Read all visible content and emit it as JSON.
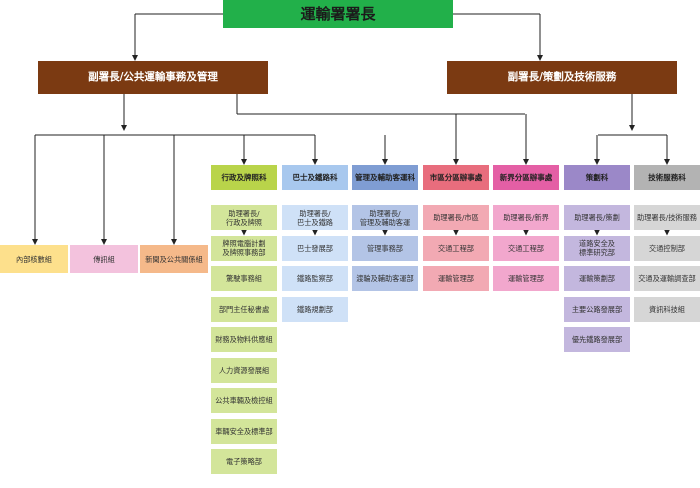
{
  "top": {
    "label": "運輸署署長",
    "color": "#22b04a"
  },
  "deputies": [
    {
      "label": "副署長/公共運輸事務及管理"
    },
    {
      "label": "副署長/策劃及技術服務"
    }
  ],
  "units": [
    {
      "label": "內部核數組",
      "color": "#fde08c"
    },
    {
      "label": "傳訊組",
      "color": "#f3c2dd"
    },
    {
      "label": "新聞及公共關係組",
      "color": "#f5b98a"
    }
  ],
  "columns": [
    {
      "header": "行政及牌照科",
      "header_color": "#b9d44a",
      "cell_color": "#d3e59a",
      "cells": [
        "助理署長/\n行政及牌照",
        "牌照電腦計劃\n及牌照事務部",
        "驚駛事務組",
        "部門主任秘書處",
        "財務及物料供應組",
        "人力資源發展組",
        "公共車輛及檢控組",
        "車輛安全及標準部",
        "電子策略部"
      ]
    },
    {
      "header": "巴士及鐵路科",
      "header_color": "#a8c8ee",
      "cell_color": "#cfe1f7",
      "cells": [
        "助理署長/\n巴士及鐵路",
        "巴士發展部",
        "鐵路監察部",
        "鐵路規劃部"
      ]
    },
    {
      "header": "管理及輔助客運科",
      "header_color": "#7f9dd3",
      "cell_color": "#b3c4e6",
      "cells": [
        "助理署長/\n管理及輔助客運",
        "管理事務部",
        "渡輪及輔助客運部"
      ]
    },
    {
      "header": "市區分區辦事處",
      "header_color": "#e86d7d",
      "cell_color": "#f2a9b3",
      "cells": [
        "助理署長/市區",
        "交通工程部",
        "運輸管理部"
      ]
    },
    {
      "header": "新界分區辦事處",
      "header_color": "#e45fa5",
      "cell_color": "#f2a7cd",
      "cells": [
        "助理署長/新界",
        "交通工程部",
        "運輸管理部"
      ]
    },
    {
      "header": "策劃科",
      "header_color": "#9b88c8",
      "cell_color": "#c3b7de",
      "cells": [
        "助理署長/策劃",
        "道路安全及\n標準研究部",
        "運輸策劃部",
        "主要公路發展部",
        "優先鐵路發展部"
      ]
    },
    {
      "header": "技術服務科",
      "header_color": "#b3b3b3",
      "cell_color": "#d6d6d6",
      "cells": [
        "助理署長/技術服務",
        "交通控制部",
        "交通及運輸調查部",
        "資訊科技組"
      ]
    }
  ]
}
